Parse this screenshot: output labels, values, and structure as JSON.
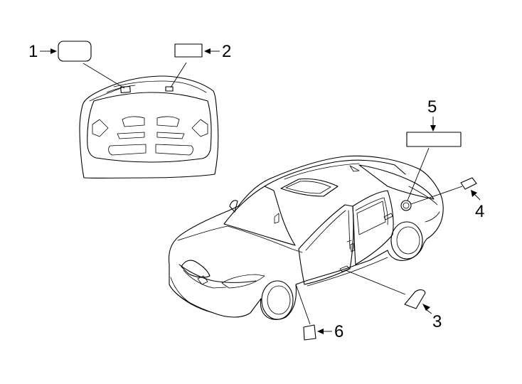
{
  "callouts": [
    {
      "id": "1",
      "label": "1"
    },
    {
      "id": "2",
      "label": "2"
    },
    {
      "id": "3",
      "label": "3"
    },
    {
      "id": "4",
      "label": "4"
    },
    {
      "id": "5",
      "label": "5"
    },
    {
      "id": "6",
      "label": "6"
    }
  ],
  "parts": {
    "hood": "hood-panel",
    "car": "sedan-body"
  }
}
